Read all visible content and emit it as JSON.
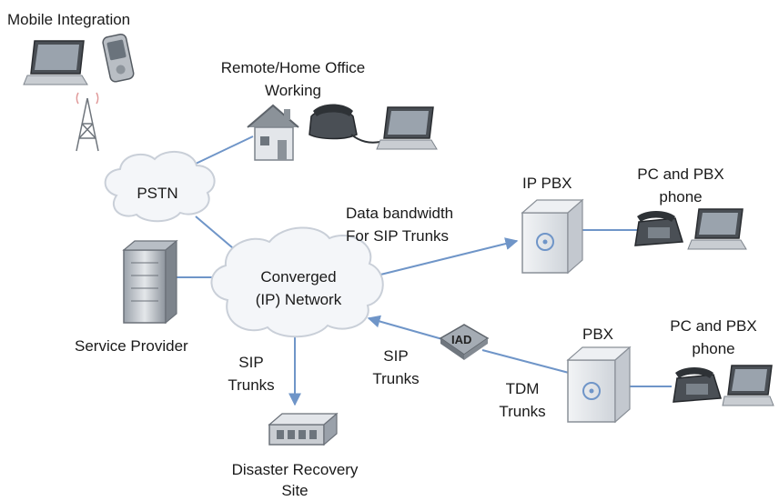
{
  "labels": {
    "mobile_integration": "Mobile Integration",
    "remote_office_line1": "Remote/Home Office",
    "remote_office_line2": "Working",
    "pstn": "PSTN",
    "converged_line1": "Converged",
    "converged_line2": "(IP) Network",
    "service_provider": "Service Provider",
    "data_bw_line1": "Data bandwidth",
    "data_bw_line2": "For SIP Trunks",
    "ip_pbx": "IP PBX",
    "pc_pbx_top_line1": "PC and PBX",
    "pc_pbx_top_line2": "phone",
    "pc_pbx_bottom_line1": "PC and PBX",
    "pc_pbx_bottom_line2": "phone",
    "pbx": "PBX",
    "iad": "IAD",
    "sip_trunks_left_line1": "SIP",
    "sip_trunks_left_line2": "Trunks",
    "sip_trunks_mid_line1": "SIP",
    "sip_trunks_mid_line2": "Trunks",
    "tdm_line1": "TDM",
    "tdm_line2": "Trunks",
    "dr_line1": "Disaster Recovery",
    "dr_line2": "Site"
  },
  "colors": {
    "connector": "#6f95c8",
    "cloud_fill": "#f4f6f9",
    "cloud_stroke": "#c9cfd8",
    "box_fill": "#e3e6ea"
  }
}
